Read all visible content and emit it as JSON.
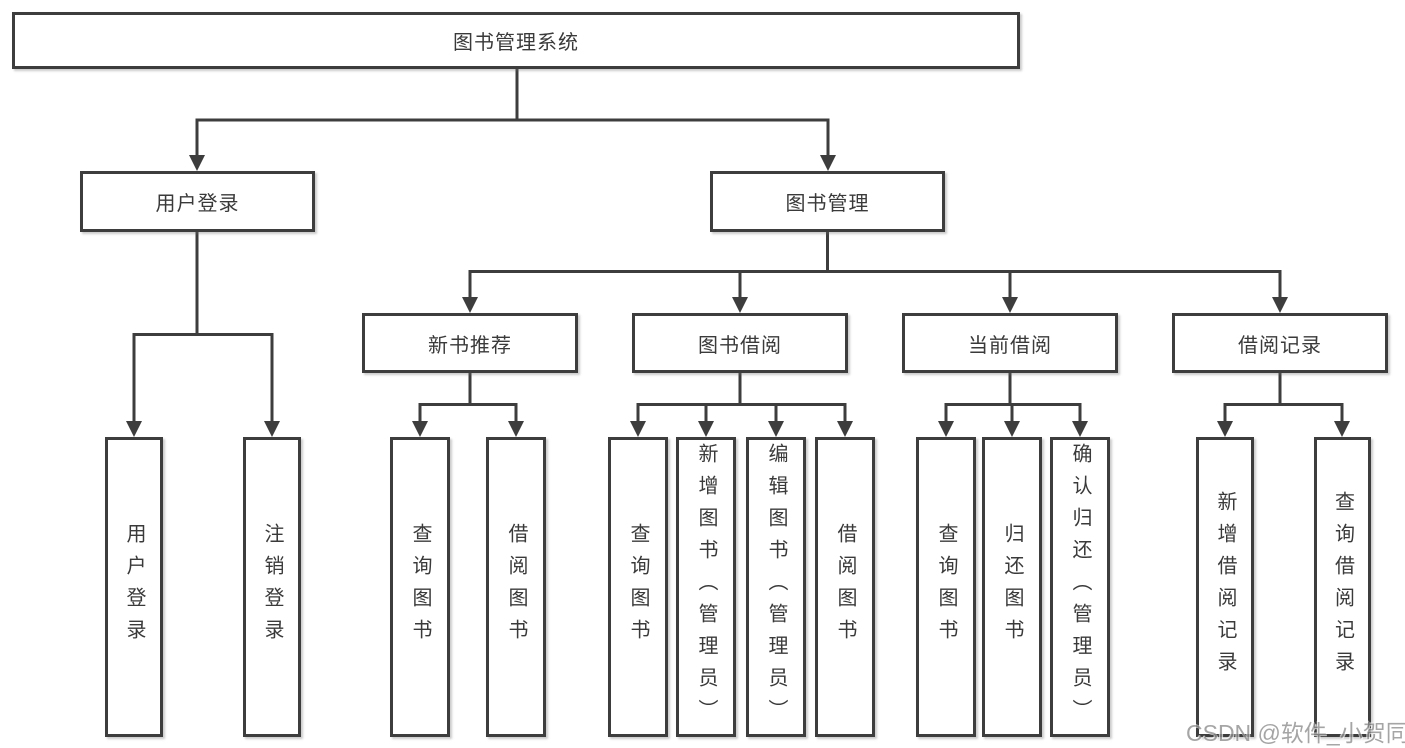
{
  "diagram": {
    "root": {
      "label": "图书管理系统"
    },
    "branches": [
      {
        "label": "用户登录",
        "children": [
          "用户登录",
          "注销登录"
        ]
      },
      {
        "label": "图书管理",
        "groups": [
          {
            "label": "新书推荐",
            "children": [
              "查询图书",
              "借阅图书"
            ]
          },
          {
            "label": "图书借阅",
            "children": [
              "查询图书",
              "新增图书（管理员）",
              "编辑图书（管理员）",
              "借阅图书"
            ]
          },
          {
            "label": "当前借阅",
            "children": [
              "查询图书",
              "归还图书",
              "确认归还（管理员）"
            ]
          },
          {
            "label": "借阅记录",
            "children": [
              "新增借阅记录",
              "查询借阅记录"
            ]
          }
        ]
      }
    ]
  },
  "watermark": "CSDN @软件_小贺同学",
  "colors": {
    "line": "#3d3d3d",
    "text": "#3a3a3a",
    "watermark": "#8f8f8f"
  }
}
